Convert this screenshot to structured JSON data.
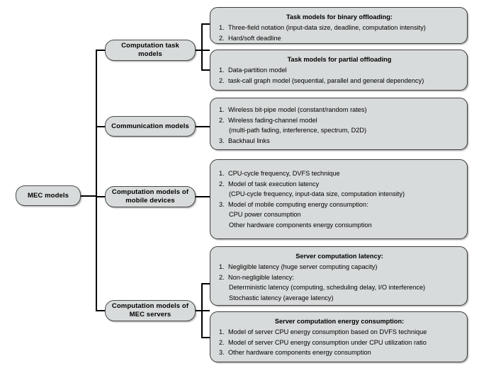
{
  "diagram": {
    "title": "MEC models taxonomy tree",
    "root": {
      "label": "MEC models"
    },
    "colors": {
      "node_fill": "#d8dbdb",
      "node_border": "#4a4a4a",
      "line": "#000000",
      "text": "#000000"
    },
    "branches": [
      {
        "id": "computation-task-models",
        "label": "Computation task\nmodels",
        "panels": [
          {
            "id": "task-models-binary-offloading",
            "title": "Task models for binary offloading:",
            "items": [
              {
                "num": "1.",
                "text": "Three-field notation (input-data size, deadline, computation intensity)",
                "indent": false
              },
              {
                "num": "2.",
                "text": "Hard/soft deadline",
                "indent": false
              }
            ]
          },
          {
            "id": "task-models-partial-offloading",
            "title": "Task models for partial offloading",
            "items": [
              {
                "num": "1.",
                "text": "Data-partition model",
                "indent": false
              },
              {
                "num": "2.",
                "text": "task-call graph model (sequential, parallel and general dependency)",
                "indent": false
              }
            ]
          }
        ]
      },
      {
        "id": "communication-models",
        "label": "Communication models",
        "panels": [
          {
            "id": "communication-models-details",
            "title": "",
            "items": [
              {
                "num": "1.",
                "text": "Wireless bit-pipe model (constant/random rates)",
                "indent": false
              },
              {
                "num": "2.",
                "text": "Wireless fading-channel model",
                "indent": false
              },
              {
                "num": "",
                "text": "(multi-path fading, interference, spectrum, D2D)",
                "indent": true
              },
              {
                "num": "3.",
                "text": "Backhaul links",
                "indent": false
              }
            ]
          }
        ]
      },
      {
        "id": "computation-models-mobile-devices",
        "label": "Computation models of\nmobile devices",
        "panels": [
          {
            "id": "mobile-device-computation-details",
            "title": "",
            "items": [
              {
                "num": "1.",
                "text": "CPU-cycle frequency, DVFS technique",
                "indent": false
              },
              {
                "num": "2.",
                "text": "Model of task execution latency",
                "indent": false
              },
              {
                "num": "",
                "text": "(CPU-cycle frequency, input-data size, computation intensity)",
                "indent": true
              },
              {
                "num": "3.",
                "text": "Model of mobile computing energy consumption:",
                "indent": false
              },
              {
                "num": "",
                "text": "CPU power consumption",
                "indent": true
              },
              {
                "num": "",
                "text": "Other hardware components energy consumption",
                "indent": true
              }
            ]
          }
        ]
      },
      {
        "id": "computation-models-mec-servers",
        "label": "Computation models of\nMEC servers",
        "panels": [
          {
            "id": "server-computation-latency",
            "title": "Server computation latency:",
            "items": [
              {
                "num": "1.",
                "text": "Negligible latency (huge server computing capacity)",
                "indent": false
              },
              {
                "num": "2.",
                "text": "Non-negligible latency:",
                "indent": false
              },
              {
                "num": "",
                "text": "Deterministic latency (computing, scheduling delay, I/O interference)",
                "indent": true
              },
              {
                "num": "",
                "text": "Stochastic latency (average latency)",
                "indent": true
              }
            ]
          },
          {
            "id": "server-computation-energy-consumption",
            "title": "Server computation energy consumption:",
            "items": [
              {
                "num": "1.",
                "text": "Model of server CPU energy consumption based on DVFS technique",
                "indent": false
              },
              {
                "num": "2.",
                "text": "Model of server CPU energy consumption under CPU utilization ratio",
                "indent": false
              },
              {
                "num": "3.",
                "text": "Other hardware components energy consumption",
                "indent": false
              }
            ]
          }
        ]
      }
    ]
  }
}
